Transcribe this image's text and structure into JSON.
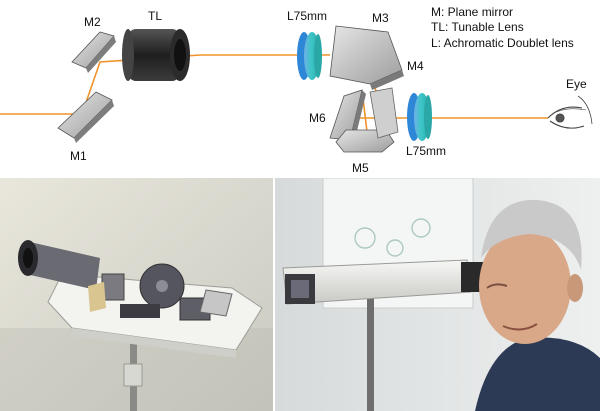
{
  "diagram": {
    "labels": {
      "m1": "M1",
      "m2": "M2",
      "tl": "TL",
      "l75_top": "L75mm",
      "m3": "M3",
      "m4": "M4",
      "m6": "M6",
      "m5": "M5",
      "l75_bottom": "L75mm",
      "eye": "Eye"
    },
    "legend": [
      "M: Plane mirror",
      "TL: Tunable Lens",
      "L: Achromatic Doublet lens"
    ],
    "colors": {
      "beam": "#f0932b",
      "lens": "#3cc6c6",
      "mirror": "#b9b9b9",
      "tunable_lens": "#2a2a2a"
    }
  },
  "photos": {
    "left_icon": "device-internal-photo",
    "right_icon": "person-using-device-photo"
  }
}
